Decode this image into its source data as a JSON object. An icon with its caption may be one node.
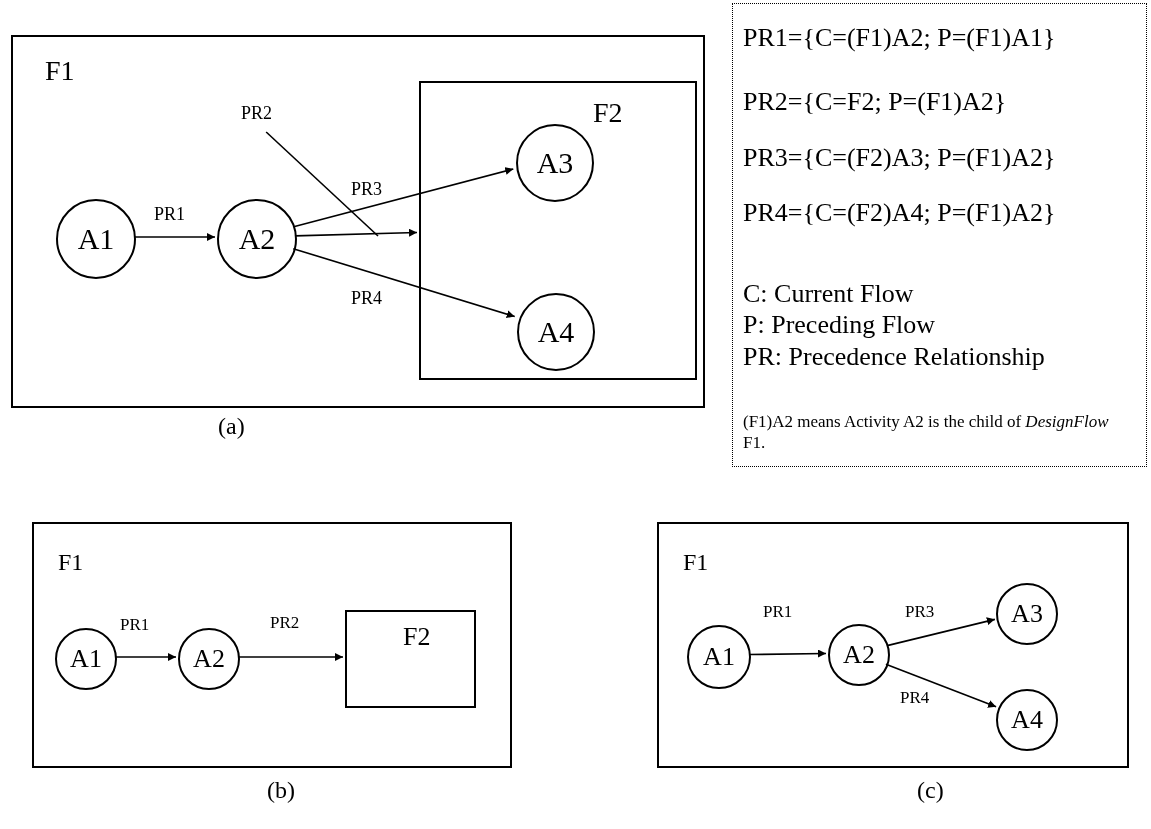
{
  "diagram": {
    "nodes": [
      {
        "text": [
          "F1"
        ],
        "beside": [
          "(a)"
        ]
      },
      {
        "text": [
          "A1"
        ],
        "in": 0
      },
      {
        "text": [
          "A2"
        ],
        "in": 0
      },
      {
        "text": [
          "F2"
        ],
        "in": 0
      },
      {
        "text": [
          "A3"
        ],
        "in": 3
      },
      {
        "text": [
          "A4"
        ],
        "in": 3
      },
      {
        "text": [
          "PR1={C=(F1)A2; P=(F1)A1}",
          "PR2={C=F2; P=(F1)A2}",
          "PR3={C=(F2)A3; P=(F1)A2}",
          "PR4={C=(F2)A4; P=(F1)A2}",
          "C: Current Flow",
          "P: Preceding Flow",
          "PR: Precedence Relationship",
          "(F1)A2 means Activity A2 is the child of *DesignFlow* F1."
        ]
      },
      {
        "text": [
          "F1"
        ],
        "beside": [
          "(b)"
        ]
      },
      {
        "text": [
          "A1"
        ],
        "in": 7
      },
      {
        "text": [
          "A2"
        ],
        "in": 7
      },
      {
        "text": [
          "F2"
        ],
        "in": 7
      },
      {
        "text": [
          "F1"
        ],
        "beside": [
          "(c)"
        ]
      },
      {
        "text": [
          "A1"
        ],
        "in": 11
      },
      {
        "text": [
          "A2"
        ],
        "in": 11
      },
      {
        "text": [
          "A3"
        ],
        "in": 11
      },
      {
        "text": [
          "A4"
        ],
        "in": 11
      },
      {
        "text": [
          "PR2"
        ],
        "in": 0
      }
    ],
    "edges": [
      {
        "from": 1,
        "to": 2,
        "arrow": "to",
        "label": "PR1"
      },
      {
        "from": 2,
        "to": 3,
        "arrow": "to"
      },
      {
        "from": 2,
        "to": 4,
        "arrow": "to",
        "label": "PR3"
      },
      {
        "from": 2,
        "to": 5,
        "arrow": "to",
        "label": "PR4"
      },
      {
        "from": 8,
        "to": 9,
        "arrow": "to",
        "label": "PR1"
      },
      {
        "from": 9,
        "to": 10,
        "arrow": "to",
        "label": "PR2"
      },
      {
        "from": 12,
        "to": 13,
        "arrow": "to",
        "label": "PR1"
      },
      {
        "from": 13,
        "to": 14,
        "arrow": "to",
        "label": "PR3"
      },
      {
        "from": 13,
        "to": 15,
        "arrow": "to",
        "label": "PR4"
      },
      {
        "from": 16,
        "to": null,
        "arrow": "none"
      }
    ]
  }
}
